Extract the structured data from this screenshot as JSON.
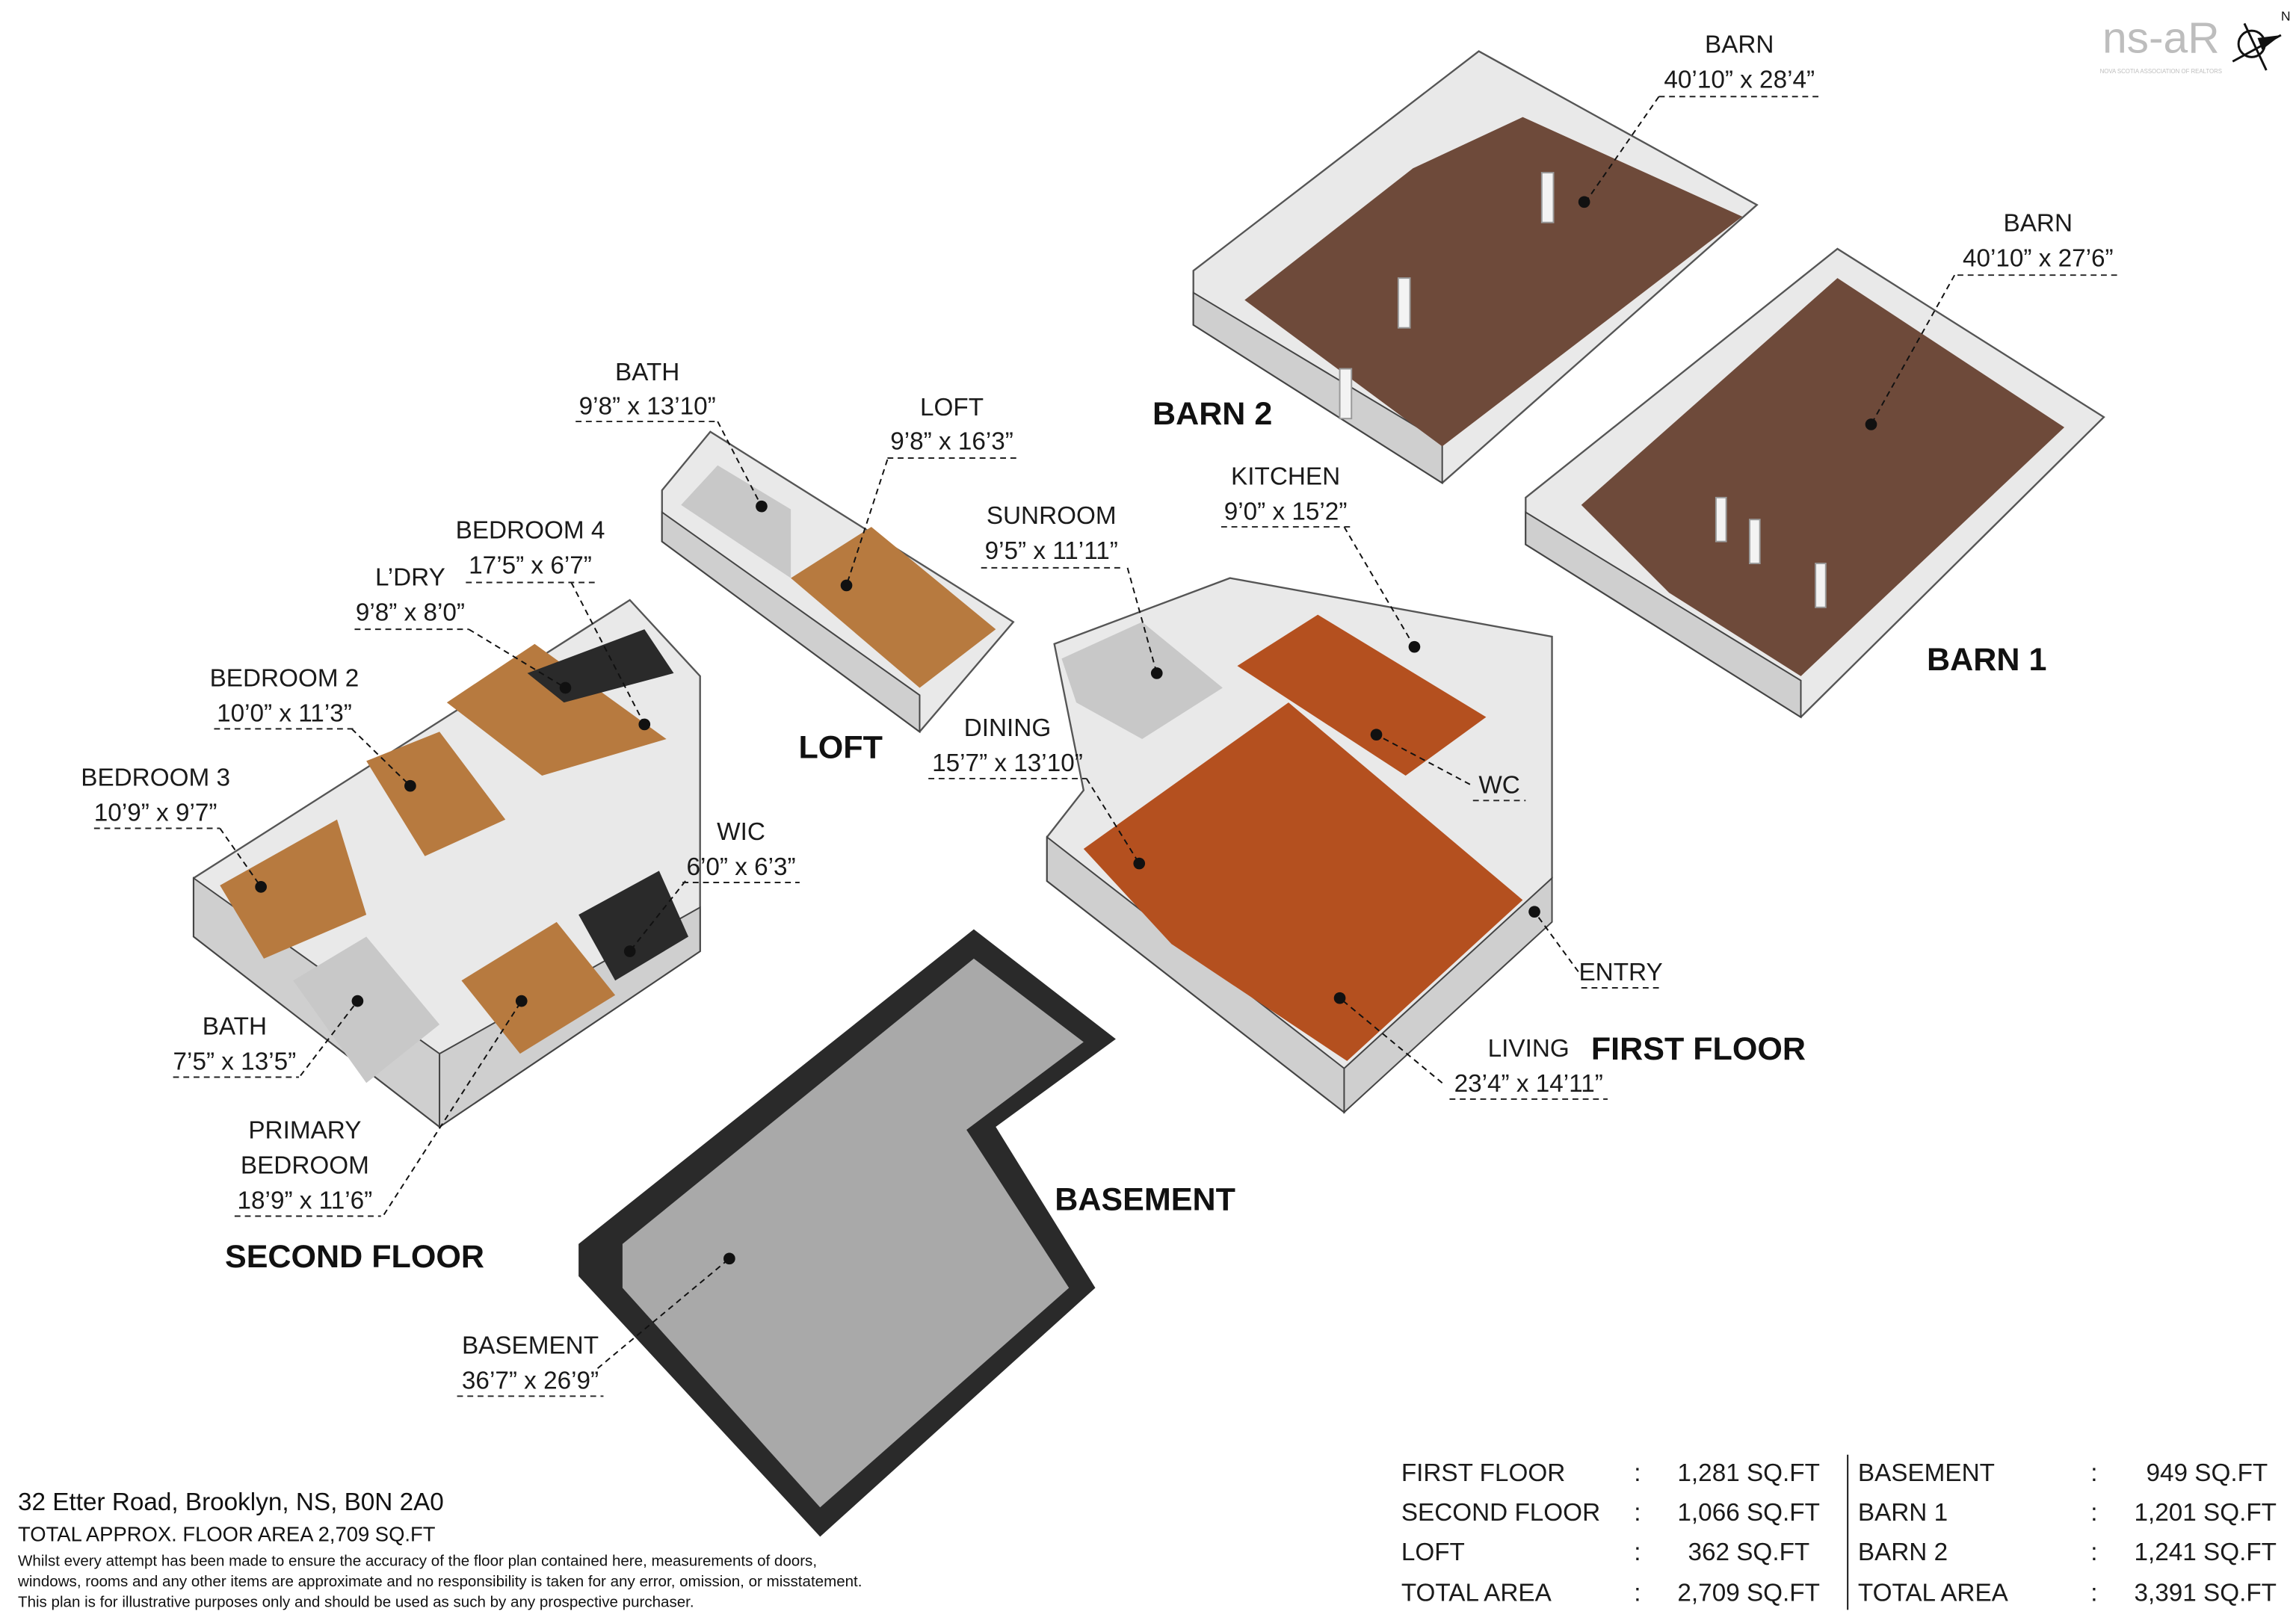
{
  "logo": {
    "text": "ns-aR",
    "subtitle": "NOVA SCOTIA ASSOCIATION OF REALTORS",
    "north": "N"
  },
  "floors": {
    "barn2": "BARN 2",
    "barn1": "BARN 1",
    "loft": "LOFT",
    "second": "SECOND FLOOR",
    "first": "FIRST FLOOR",
    "basement": "BASEMENT"
  },
  "rooms": [
    {
      "name": "BARN",
      "dims": "40’10” x 28’4”"
    },
    {
      "name": "BARN",
      "dims": "40’10” x 27’6”"
    },
    {
      "name": "BATH",
      "dims": "9’8” x 13’10”"
    },
    {
      "name": "LOFT",
      "dims": "9’8” x 16’3”"
    },
    {
      "name": "BEDROOM 4",
      "dims": "17’5” x 6’7”"
    },
    {
      "name": "L’DRY",
      "dims": "9’8” x 8’0”"
    },
    {
      "name": "BEDROOM 2",
      "dims": "10’0” x 11’3”"
    },
    {
      "name": "BEDROOM 3",
      "dims": "10’9” x 9’7”"
    },
    {
      "name": "WIC",
      "dims": "6’0” x 6’3”"
    },
    {
      "name": "BATH",
      "dims": "7’5” x 13’5”"
    },
    {
      "name": "PRIMARY",
      "name2": "BEDROOM",
      "dims": "18’9” x 11’6”"
    },
    {
      "name": "SUNROOM",
      "dims": "9’5” x 11’11”"
    },
    {
      "name": "KITCHEN",
      "dims": "9’0” x 15’2”"
    },
    {
      "name": "DINING",
      "dims": "15’7” x 13’10”"
    },
    {
      "name": "WC"
    },
    {
      "name": "ENTRY"
    },
    {
      "name": "LIVING",
      "dims": "23’4” x 14’11”"
    },
    {
      "name": "BASEMENT",
      "dims": "36’7” x 26’9”"
    }
  ],
  "footer": {
    "address": "32 Etter Road, Brooklyn, NS, B0N 2A0",
    "total": "TOTAL APPROX. FLOOR AREA 2,709 SQ.FT",
    "disclaimer": [
      "Whilst every attempt has been made to ensure the accuracy of the floor plan contained here, measurements of doors,",
      "windows, rooms and any other items are approximate and no responsibility is taken for any error, omission, or misstatement.",
      "This plan is for illustrative purposes only and should be used as such by any prospective purchaser."
    ]
  },
  "areas": {
    "left": [
      {
        "label": "FIRST FLOOR",
        "sep": ":",
        "value": "1,281 SQ.FT"
      },
      {
        "label": "SECOND FLOOR",
        "sep": ":",
        "value": "1,066 SQ.FT"
      },
      {
        "label": "LOFT",
        "sep": ":",
        "value": "362 SQ.FT"
      },
      {
        "label": "TOTAL AREA",
        "sep": ":",
        "value": "2,709 SQ.FT"
      }
    ],
    "right": [
      {
        "label": "BASEMENT",
        "sep": ":",
        "value": "949 SQ.FT"
      },
      {
        "label": "BARN 1",
        "sep": ":",
        "value": "1,201 SQ.FT"
      },
      {
        "label": "BARN 2",
        "sep": ":",
        "value": "1,241 SQ.FT"
      },
      {
        "label": "TOTAL AREA",
        "sep": ":",
        "value": "3,391 SQ.FT"
      }
    ]
  }
}
